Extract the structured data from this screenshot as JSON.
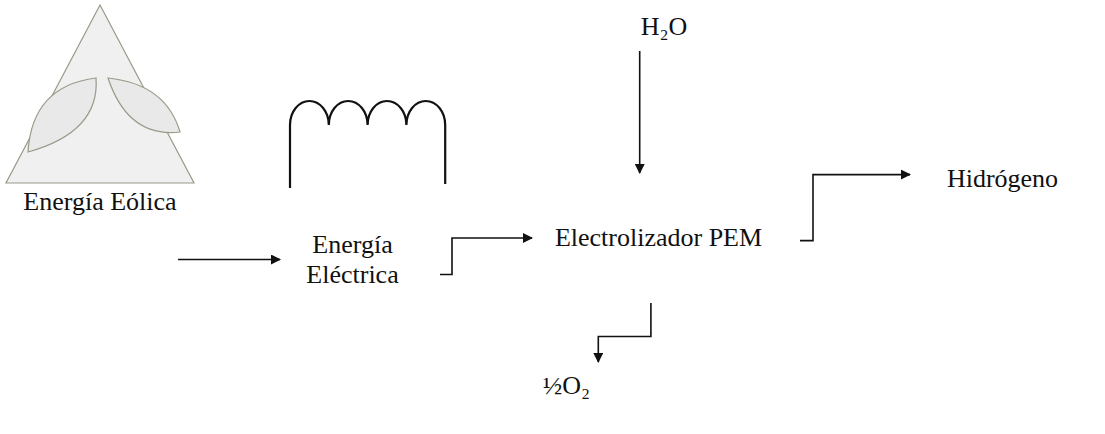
{
  "diagram": {
    "nodes": [
      {
        "text": [
          "Energía Eólica"
        ]
      },
      {
        "text": [
          "Energía Eléctrica"
        ]
      },
      {
        "text": [
          "H₂O"
        ]
      },
      {
        "text": [
          "Electrolizador PEM"
        ]
      },
      {
        "text": [
          "Hidrógeno"
        ]
      },
      {
        "text": [
          "½O₂"
        ]
      }
    ],
    "edges": [
      {
        "from": 0,
        "to": 1,
        "arrow": "to"
      },
      {
        "from": 1,
        "to": 3,
        "arrow": "to"
      },
      {
        "from": 2,
        "to": 3,
        "arrow": "to"
      },
      {
        "from": 3,
        "to": 4,
        "arrow": "to"
      },
      {
        "from": 3,
        "to": 5,
        "arrow": "to"
      }
    ]
  }
}
